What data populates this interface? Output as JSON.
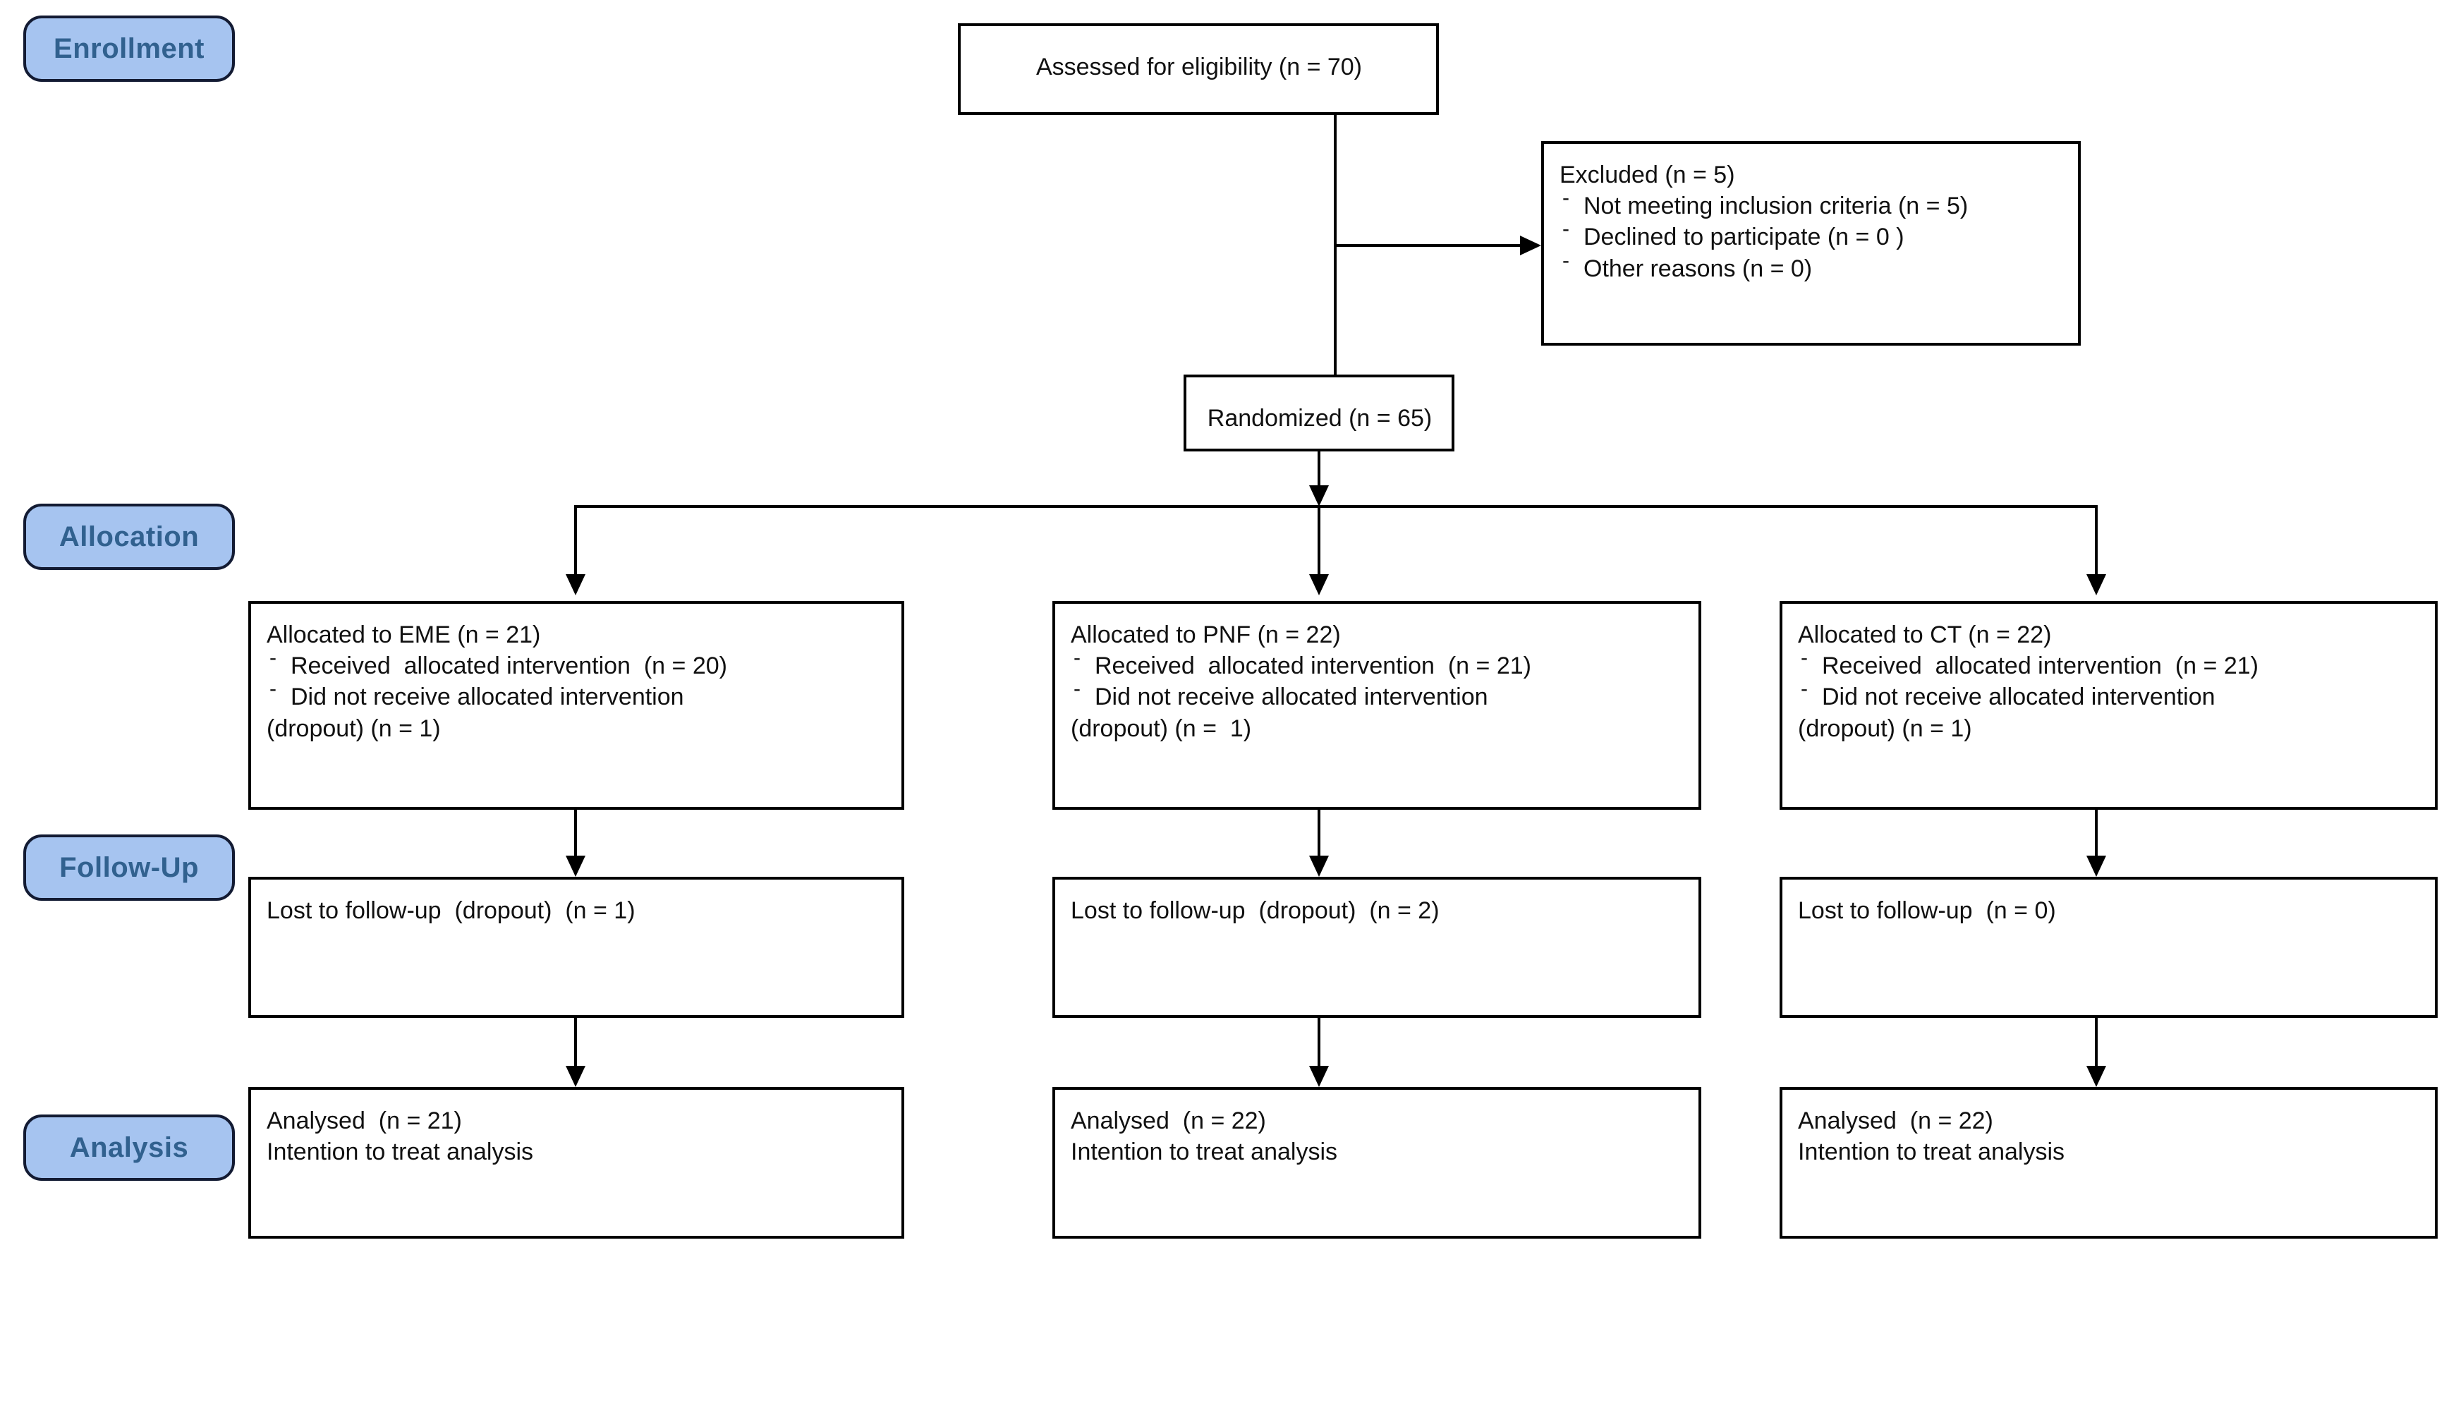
{
  "diagram": {
    "title": "CONSORT participant flow diagram",
    "colors": {
      "stage_pill_fill": "#a6c4f0",
      "stage_pill_border": "#131b33",
      "stage_pill_text": "#31618f",
      "box_border": "#000000",
      "box_fill": "#ffffff",
      "connector": "#000000"
    }
  },
  "stages": [
    {
      "label": "Enrollment"
    },
    {
      "label": "Allocation"
    },
    {
      "label": "Follow-Up"
    },
    {
      "label": "Analysis"
    }
  ],
  "enrollment": {
    "assessed": {
      "text": "Assessed for eligibility (n = 70)"
    },
    "excluded": {
      "heading": "Excluded (n = 5)",
      "reasons": [
        "Not meeting inclusion criteria (n = 5)",
        "Declined to participate (n = 0 )",
        "Other reasons (n = 0)"
      ],
      "bullet_marker": "-"
    },
    "randomized": {
      "text": "Randomized (n = 65)"
    }
  },
  "arms": [
    {
      "id": "eme",
      "allocation": {
        "heading": "Allocated to EME (n = 21)",
        "items": [
          "Received  allocated intervention  (n = 20)",
          "Did not receive allocated intervention"
        ],
        "continuation": "(dropout) (n = 1)"
      },
      "followup": {
        "text": "Lost to follow-up  (dropout)  (n = 1)"
      },
      "analysis": {
        "line1": "Analysed  (n = 21)",
        "line2": "Intention to treat analysis"
      }
    },
    {
      "id": "pnf",
      "allocation": {
        "heading": "Allocated to PNF (n = 22)",
        "items": [
          "Received  allocated intervention  (n = 21)",
          "Did not receive allocated intervention"
        ],
        "continuation": "(dropout) (n =  1)"
      },
      "followup": {
        "text": "Lost to follow-up  (dropout)  (n = 2)"
      },
      "analysis": {
        "line1": "Analysed  (n = 22)",
        "line2": "Intention to treat analysis"
      }
    },
    {
      "id": "ct",
      "allocation": {
        "heading": "Allocated to CT (n = 22)",
        "items": [
          "Received  allocated intervention  (n = 21)",
          "Did not receive allocated intervention"
        ],
        "continuation": "(dropout) (n = 1)"
      },
      "followup": {
        "text": "Lost to follow-up  (n = 0)"
      },
      "analysis": {
        "line1": "Analysed  (n = 22)",
        "line2": "Intention to treat analysis"
      }
    }
  ]
}
